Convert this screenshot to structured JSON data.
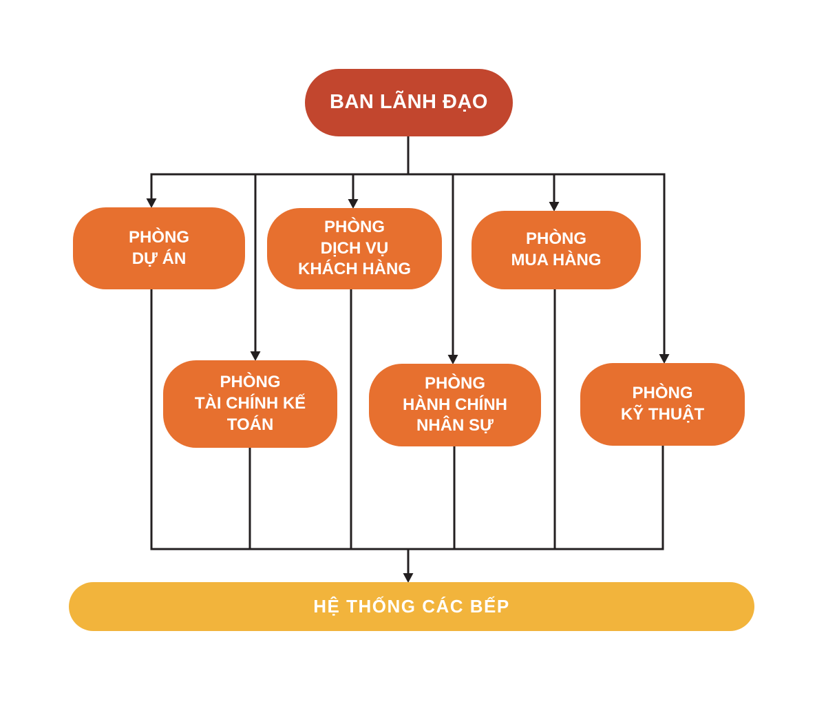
{
  "colors": {
    "root_fill": "#c2462e",
    "dept_fill": "#e7702f",
    "bottom_fill": "#f2b43c",
    "line_color": "#231f20",
    "text_color": "#ffffff"
  },
  "org_chart": {
    "root": {
      "label": "BAN LÃNH ĐẠO"
    },
    "level1": [
      {
        "label": "PHÒNG\nDỰ ÁN"
      },
      {
        "label": "PHÒNG\nDỊCH VỤ\nKHÁCH HÀNG"
      },
      {
        "label": "PHÒNG\nMUA HÀNG"
      }
    ],
    "level2": [
      {
        "label": "PHÒNG\nTÀI CHÍNH KẾ\nTOÁN"
      },
      {
        "label": "PHÒNG\nHÀNH CHÍNH\nNHÂN SỰ"
      },
      {
        "label": "PHÒNG\nKỸ THUẬT"
      }
    ],
    "bottom": {
      "label": "HỆ THỐNG CÁC BẾP"
    }
  }
}
